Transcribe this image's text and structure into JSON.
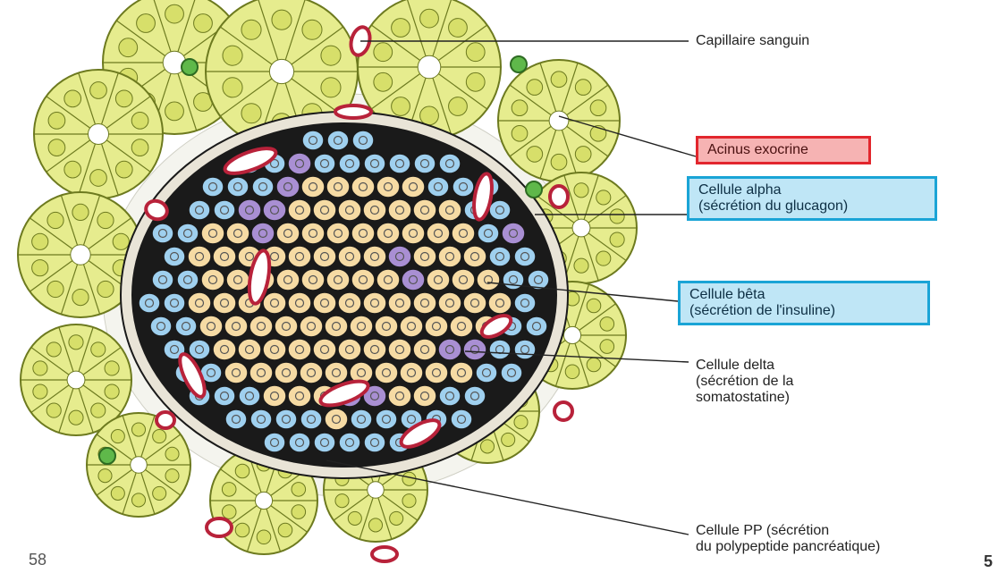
{
  "labels": {
    "capillaire": "Capillaire sanguin",
    "acinus": "Acinus exocrine",
    "alpha": "Cellule alpha\n(sécrétion du glucagon)",
    "beta": "Cellule bêta\n(sécrétion de l'insuline)",
    "delta": "Cellule delta\n(sécrétion de la\nsomatostatine)",
    "pp": "Cellule PP (sécrétion\ndu polypeptide pancréatique)"
  },
  "page": {
    "left_number": "58",
    "right_number": "5"
  },
  "colors": {
    "acinus": "#e6ec8e",
    "acinus_outline": "#6d7a1f",
    "alpha_cell": "#9fd0ef",
    "beta_cell": "#f6dba4",
    "delta_cell": "#a98fd3",
    "pp_cell": "#f6dba4",
    "capillary": "#b8223a",
    "islet_border": "#1a1a1a",
    "box_red": "#e2262d",
    "box_blue": "#1aa4d6"
  }
}
